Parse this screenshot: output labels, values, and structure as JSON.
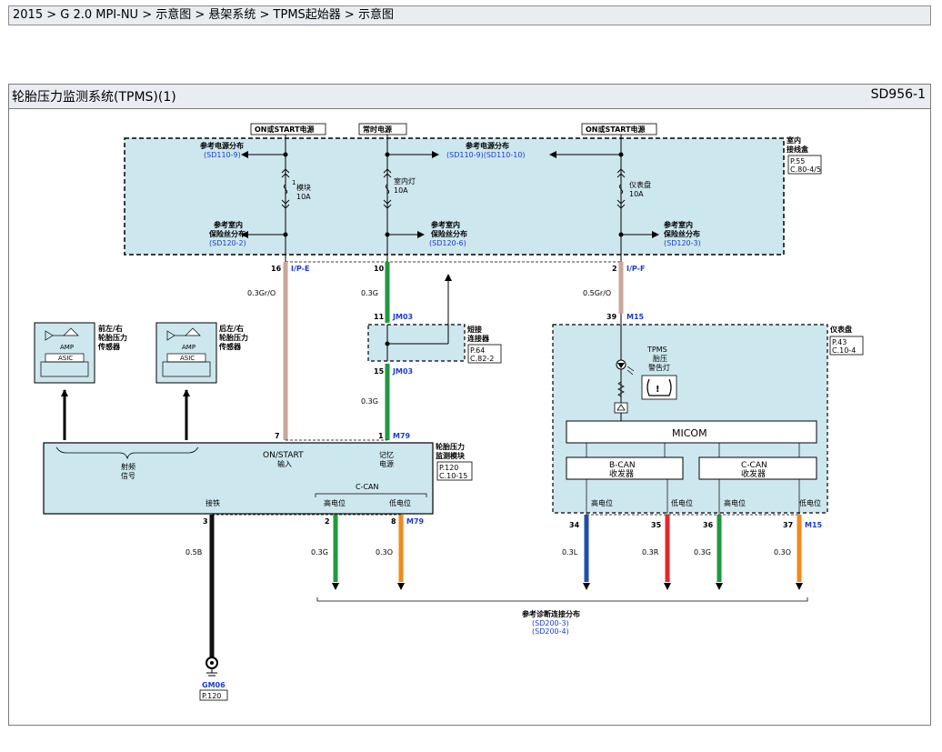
{
  "breadcrumb": "2015 > G 2.0 MPI-NU > 示意图 > 悬架系统 > TPMS起始器 > 示意图",
  "diagram_title": "轮胎压力监测系统(TPMS)(1)",
  "diagram_code": "SD956-1",
  "junction_box": {
    "label_line1": "室内",
    "label_line2": "接线盒",
    "ref_line1": "P.55",
    "ref_line2": "C.80-4/5"
  },
  "sources": {
    "left": "ON或START电源",
    "mid": "常时电源",
    "right": "ON或START电源"
  },
  "power_refs": {
    "left_label": "参考电源分布",
    "left_code": "(SD110-9)",
    "mid_label": "参考电源分布",
    "mid_code": "(SD110-9)(SD110-10)"
  },
  "fuses": {
    "left_num": "1",
    "left_name": "模块",
    "left_amp": "10A",
    "mid_name": "室内灯",
    "mid_amp": "10A",
    "right_name": "仪表盘",
    "right_amp": "10A"
  },
  "fuse_refs": {
    "label1": "参考室内",
    "label2": "保险丝分布",
    "left_code": "(SD120-2)",
    "mid_code": "(SD120-6)",
    "right_code": "(SD120-3)"
  },
  "pins": {
    "p16": "16",
    "ipe": "I/P-E",
    "p10": "10",
    "p2": "2",
    "ipf": "I/P-F",
    "p11": "11",
    "jm03a": "JM03",
    "p15": "15",
    "jm03b": "JM03",
    "p39": "39",
    "m15a": "M15",
    "p7": "7",
    "p1": "1",
    "m79a": "M79",
    "p3": "3",
    "p2b": "2",
    "p8": "8",
    "m79b": "M79",
    "p34": "34",
    "p35": "35",
    "p36": "36",
    "p37": "37",
    "m15b": "M15"
  },
  "wires": {
    "w_left": "0.3Gr/O",
    "w_mid1": "0.3G",
    "w_mid2": "0.3G",
    "w_right": "0.5Gr/O",
    "w_gnd": "0.5B",
    "w_can1": "0.3G",
    "w_can2": "0.3O",
    "w_34": "0.3L",
    "w_35": "0.3R",
    "w_36": "0.3G",
    "w_37": "0.3O"
  },
  "short_connector": {
    "label1": "短接",
    "label2": "连接器",
    "ref1": "P.64",
    "ref2": "C.82-2"
  },
  "sensors": {
    "front_l1": "前左/右",
    "front_l2": "轮胎压力",
    "front_l3": "传感器",
    "rear_l1": "后左/右",
    "rear_l2": "轮胎压力",
    "rear_l3": "传感器",
    "amp": "AMP",
    "asic": "ASIC"
  },
  "module": {
    "label1": "轮胎压力",
    "label2": "监测模块",
    "ref1": "P.120",
    "ref2": "C.10-15",
    "rf1": "射频",
    "rf2": "信号",
    "on1": "ON/START",
    "on2": "输入",
    "mem1": "记忆",
    "mem2": "电源",
    "ccan": "C-CAN",
    "high": "高电位",
    "low": "低电位",
    "gnd": "接铁"
  },
  "cluster": {
    "label": "仪表盘",
    "ref1": "P.43",
    "ref2": "C.10-4",
    "tpms1": "TPMS",
    "tpms2": "胎压",
    "tpms3": "警告灯",
    "micom": "MICOM",
    "bcan1": "B-CAN",
    "bcan2": "收发器",
    "ccan1": "C-CAN",
    "ccan2": "收发器",
    "high1": "高电位",
    "low1": "低电位",
    "high2": "高电位",
    "low2": "低电位"
  },
  "diag_ref": {
    "label": "参考诊断连接分布",
    "code1": "(SD200-3)",
    "code2": "(SD200-4)"
  },
  "ground": {
    "id": "GM06",
    "ref": "P.120"
  },
  "colors": {
    "panel": "#cde7ee",
    "wire_tan": "#c9a79a",
    "wire_green": "#1e9a3c",
    "wire_orange": "#f08a1a",
    "wire_blue": "#1f4fa8",
    "wire_red": "#e8262a",
    "wire_black": "#111111",
    "code_blue": "#1a3ccc"
  }
}
